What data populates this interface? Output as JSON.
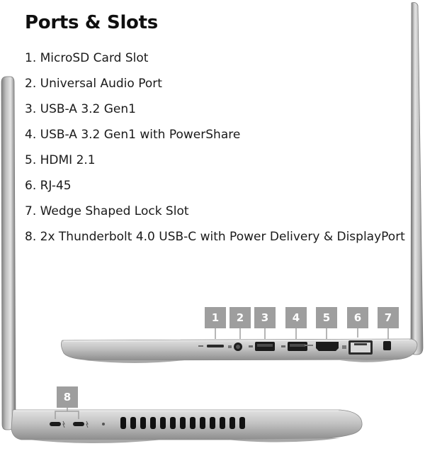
{
  "heading": "Ports & Slots",
  "ports": [
    "1. MicroSD Card Slot",
    "2. Universal Audio Port",
    "3. USB-A 3.2 Gen1",
    "4. USB-A 3.2 Gen1 with PowerShare",
    "5. HDMI 2.1",
    "6. RJ-45",
    "7. Wedge Shaped Lock Slot",
    "8. 2x Thunderbolt 4.0 USB-C with Power Delivery & DisplayPort"
  ],
  "badges": {
    "b1": "1",
    "b2": "2",
    "b3": "3",
    "b4": "4",
    "b5": "5",
    "b6": "6",
    "b7": "7",
    "b8": "8"
  },
  "colors": {
    "badge": "#9e9e9e",
    "chassis": "#c9c9c9",
    "chassis_dark": "#8a8a8a"
  }
}
